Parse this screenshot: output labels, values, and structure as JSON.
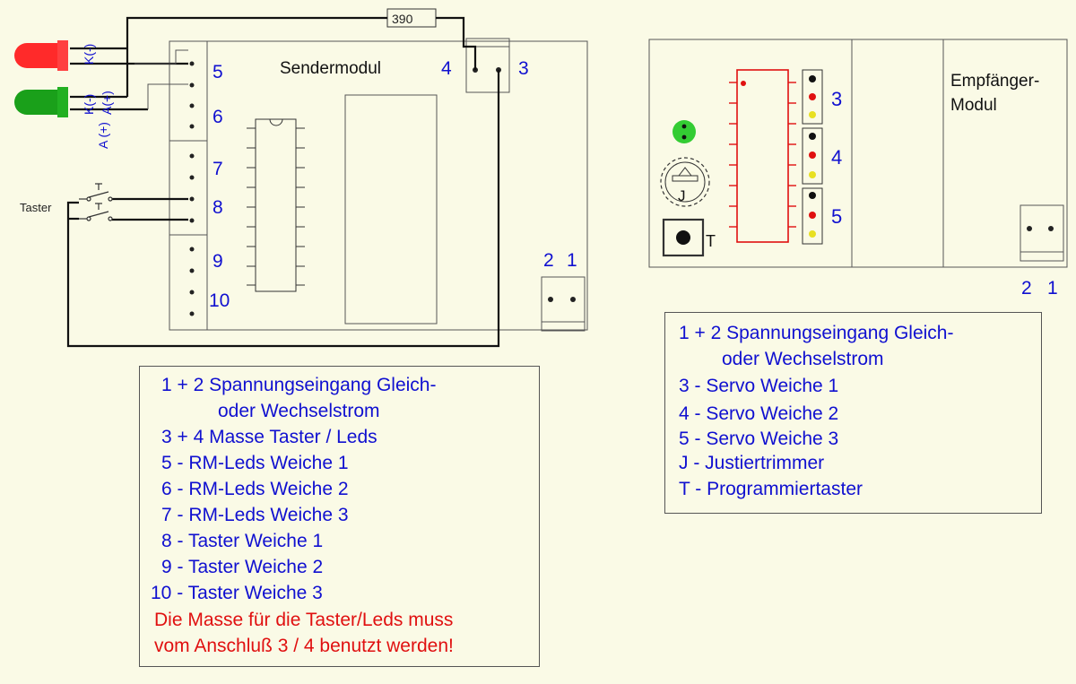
{
  "sender": {
    "title": "Sendermodul",
    "resistor": "390",
    "term_4": "4",
    "term_3": "3",
    "term_5": "5",
    "term_6": "6",
    "term_7": "7",
    "term_8": "8",
    "term_9": "9",
    "term_10": "10",
    "term_2": "2",
    "term_1": "1",
    "led_red_k": "K(-)",
    "led_green_k": "K(-)",
    "led_green_a": "A(+)",
    "led_red_a": "A (+)",
    "switch_label": "Taster"
  },
  "receiver": {
    "title_line1": "Empfänger-",
    "title_line2": "Modul",
    "servo_3": "3",
    "servo_4": "4",
    "servo_5": "5",
    "trimmer": "J",
    "button": "T",
    "term_2": "2",
    "term_1": "1"
  },
  "legend_sender": {
    "lines": [
      "1 + 2 Spannungseingang Gleich-",
      "oder Wechselstrom",
      "3 + 4 Masse Taster / Leds",
      "5 - RM-Leds Weiche 1",
      "6 - RM-Leds Weiche 2",
      "7 - RM-Leds Weiche 3",
      "8 - Taster Weiche 1",
      "9 - Taster Weiche 2",
      "10 - Taster Weiche 3"
    ],
    "warning": [
      "Die Masse für die Taster/Leds muss",
      "vom Anschluß 3 / 4 benutzt werden!"
    ]
  },
  "legend_receiver": {
    "lines": [
      "1 + 2 Spannungseingang Gleich-",
      "oder Wechselstrom",
      "3 - Servo Weiche 1",
      "4 - Servo Weiche 2",
      "5 - Servo Weiche 3",
      "J - Justiertrimmer",
      "T - Programmiertaster"
    ]
  },
  "colors": {
    "text_blue": "#1010d0",
    "warning_red": "#e01010",
    "led_red": "#ff2a2a",
    "led_green": "#1aa01a",
    "background": "#fafae6"
  }
}
